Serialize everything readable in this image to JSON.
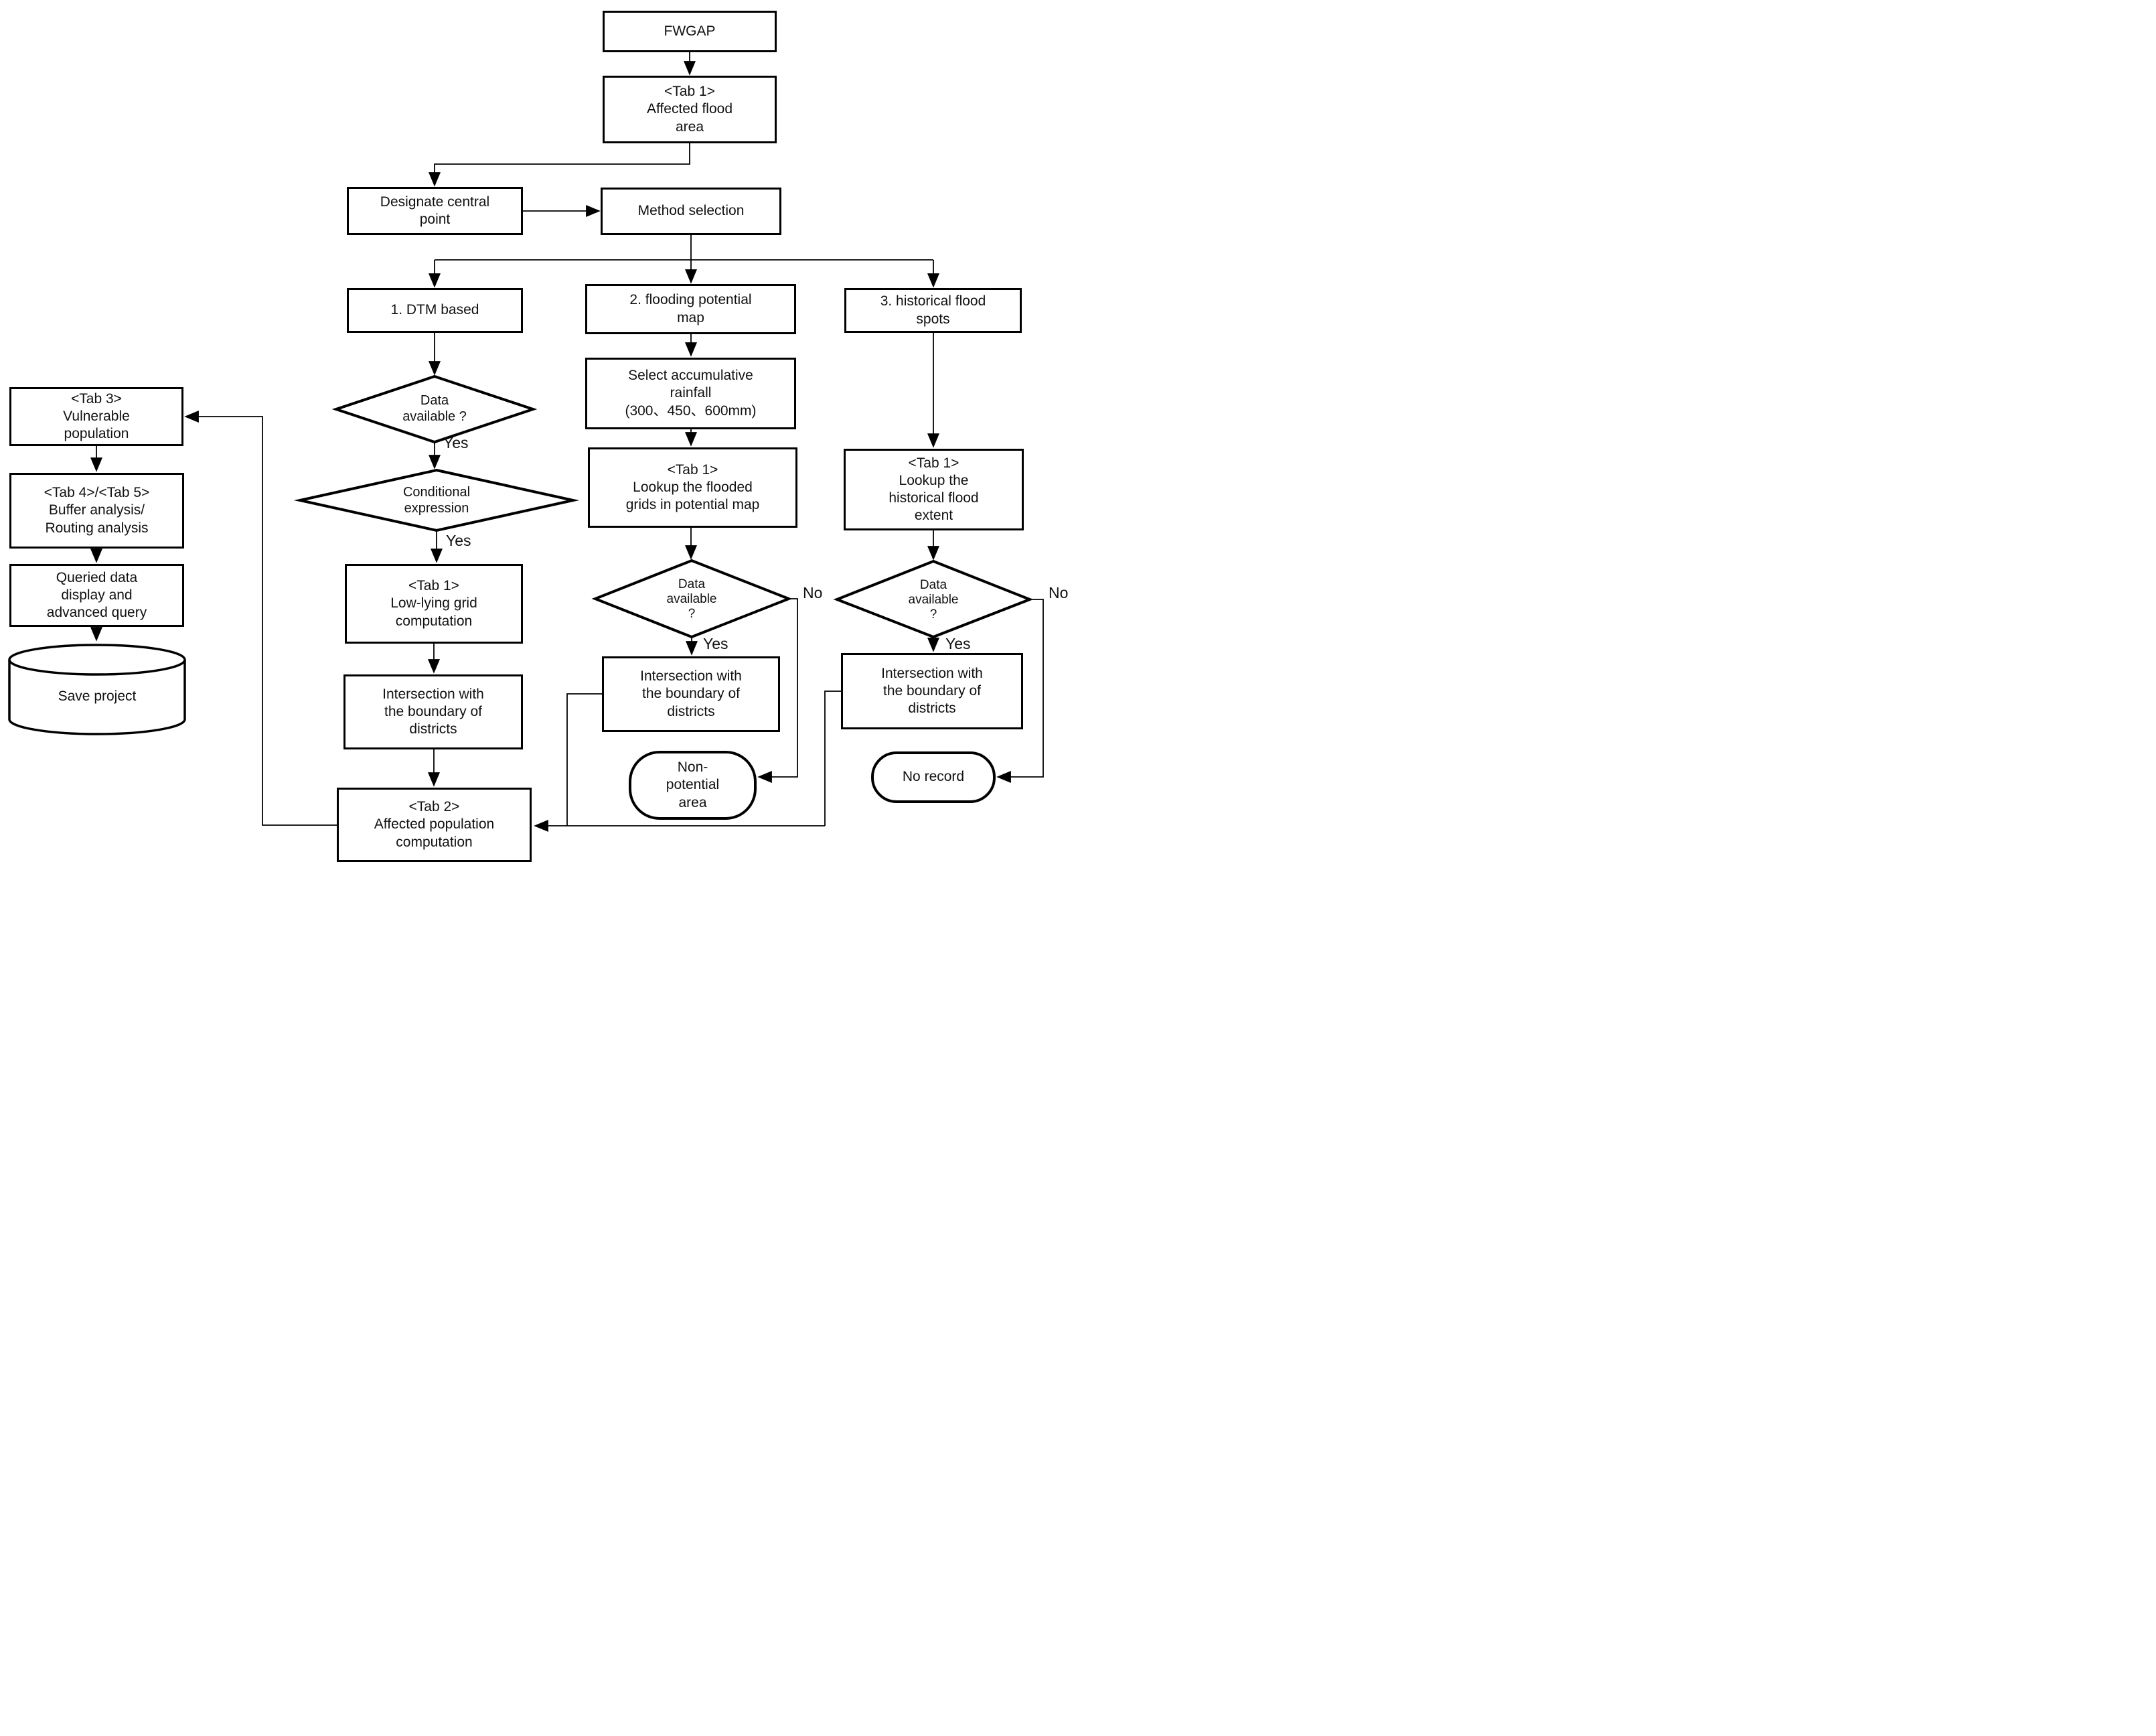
{
  "canvas": {
    "background": "#ffffff",
    "line_color": "#000000",
    "text_color": "#111111"
  },
  "nodes": {
    "fwgap": {
      "label": "FWGAP"
    },
    "tab1_affected_flood_area": {
      "label": "<Tab 1>\nAffected flood\narea"
    },
    "designate_central_point": {
      "label": "Designate central\npoint"
    },
    "method_selection": {
      "label": "Method selection"
    },
    "dtm_based": {
      "label": "1. DTM based"
    },
    "flooding_potential_map": {
      "label": "2. flooding potential\nmap"
    },
    "historical_flood_spots": {
      "label": "3. historical flood\nspots"
    },
    "data_available_1": {
      "label": "Data\navailable ?"
    },
    "conditional_expression": {
      "label": "Conditional\nexpression"
    },
    "tab1_low_lying_grid": {
      "label": "<Tab 1>\nLow-lying grid\ncomputation"
    },
    "intersection_districts_1": {
      "label": "Intersection with\nthe boundary of\ndistricts"
    },
    "tab2_affected_population": {
      "label": "<Tab 2>\nAffected population\ncomputation"
    },
    "select_accumulative_rainfall": {
      "label": "Select accumulative\nrainfall\n(300、450、600mm)"
    },
    "tab1_lookup_flooded_grids": {
      "label": "<Tab 1>\nLookup the flooded\ngrids in potential map"
    },
    "data_available_2": {
      "label": "Data\navailable\n?"
    },
    "intersection_districts_2": {
      "label": "Intersection with\nthe boundary of\ndistricts"
    },
    "non_potential_area": {
      "label": "Non-\npotential\narea"
    },
    "tab1_lookup_historical_flood": {
      "label": "<Tab 1>\nLookup the\nhistorical flood\nextent"
    },
    "data_available_3": {
      "label": "Data\navailable\n?"
    },
    "intersection_districts_3": {
      "label": "Intersection with\nthe boundary of\ndistricts"
    },
    "no_record": {
      "label": "No record"
    },
    "tab3_vulnerable_population": {
      "label": "<Tab 3>\nVulnerable\npopulation"
    },
    "tab4_tab5_buffer_routing": {
      "label": "<Tab 4>/<Tab 5>\nBuffer analysis/\nRouting analysis"
    },
    "queried_data_display": {
      "label": "Queried data\ndisplay and\nadvanced query"
    },
    "save_project": {
      "label": "Save project"
    }
  },
  "edge_labels": {
    "yes_dtm_data_available": "Yes",
    "yes_conditional_expression": "Yes",
    "yes_potential_map": "Yes",
    "yes_historical": "Yes",
    "no_potential_map": "No",
    "no_historical": "No"
  }
}
